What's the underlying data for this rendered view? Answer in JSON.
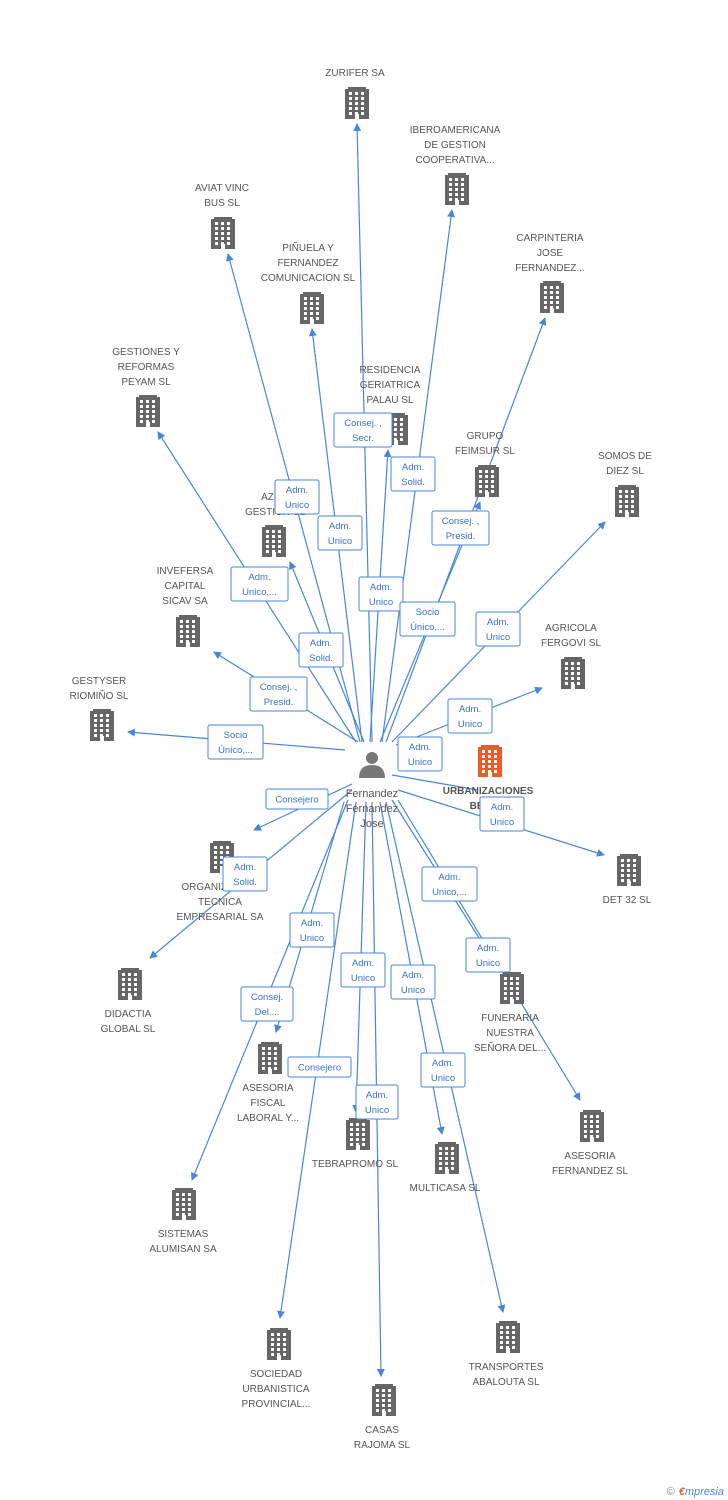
{
  "person": {
    "name_lines": [
      "Fernandez",
      "Fernandez",
      "Jose"
    ],
    "icon": "person-icon"
  },
  "colors": {
    "edge": "#4a86d8",
    "company": "#666666",
    "highlight": "#f05a28"
  },
  "companies": [
    {
      "id": "zurifer",
      "lines": [
        "ZURIFER SA"
      ]
    },
    {
      "id": "iberoamericana",
      "lines": [
        "IBEROAMERICANA",
        "DE GESTION",
        "COOPERATIVA..."
      ]
    },
    {
      "id": "aviat",
      "lines": [
        "AVIAT VINC",
        "BUS SL"
      ]
    },
    {
      "id": "carpinteria",
      "lines": [
        "CARPINTERIA",
        "JOSE",
        "FERNANDEZ..."
      ]
    },
    {
      "id": "pinuela",
      "lines": [
        "PIÑUELA Y",
        "FERNANDEZ",
        "COMUNICACION SL"
      ]
    },
    {
      "id": "gestiones",
      "lines": [
        "GESTIONES Y",
        "REFORMAS",
        "PEYAM SL"
      ]
    },
    {
      "id": "residencia",
      "lines": [
        "RESIDENCIA",
        "GERIATRICA",
        "PALAU SL"
      ]
    },
    {
      "id": "grupo",
      "lines": [
        "GRUPO",
        "FEIMSUR SL"
      ]
    },
    {
      "id": "somos",
      "lines": [
        "SOMOS DE",
        "DIEZ SL"
      ]
    },
    {
      "id": "azor",
      "lines": [
        "AZOR",
        "GESTION SL"
      ]
    },
    {
      "id": "inversa",
      "lines": [
        "INVEFERSA",
        "CAPITAL",
        "SICAV SA"
      ]
    },
    {
      "id": "agricola",
      "lines": [
        "AGRICOLA",
        "FERGOVI SL"
      ]
    },
    {
      "id": "gestyser",
      "lines": [
        "GESTYSER",
        "RIOMIÑO SL"
      ]
    },
    {
      "id": "urbanizaciones",
      "lines": [
        "URBANIZACIONES",
        "BERA..."
      ],
      "highlight": true
    },
    {
      "id": "det32",
      "lines": [
        "DET 32 SL"
      ]
    },
    {
      "id": "organizacion",
      "lines": [
        "ORGANIZACION",
        "TECNICA",
        "EMPRESARIAL SA"
      ]
    },
    {
      "id": "didactia",
      "lines": [
        "DIDACTIA",
        "GLOBAL SL"
      ]
    },
    {
      "id": "funeraria",
      "lines": [
        "FUNERARIA",
        "NUESTRA",
        "SEÑORA DEL..."
      ]
    },
    {
      "id": "asesoria_fiscal",
      "lines": [
        "ASESORIA",
        "FISCAL",
        "LABORAL Y..."
      ]
    },
    {
      "id": "asesoria_fernandez",
      "lines": [
        "ASESORIA",
        "FERNANDEZ SL"
      ]
    },
    {
      "id": "tebrapromo",
      "lines": [
        "TEBRAPROMO SL"
      ]
    },
    {
      "id": "multicasa",
      "lines": [
        "MULTICASA SL"
      ]
    },
    {
      "id": "sistemas",
      "lines": [
        "SISTEMAS",
        "ALUMISAN SA"
      ]
    },
    {
      "id": "sociedad",
      "lines": [
        "SOCIEDAD",
        "URBANISTICA",
        "PROVINCIAL..."
      ]
    },
    {
      "id": "transportes",
      "lines": [
        "TRANSPORTES",
        "ABALOUTA SL"
      ]
    },
    {
      "id": "casas",
      "lines": [
        "CASAS",
        "RAJOMA SL"
      ]
    }
  ],
  "relations": [
    {
      "lines": [
        "Consej. ,",
        "Secr."
      ]
    },
    {
      "lines": [
        "Adm.",
        "Solid."
      ]
    },
    {
      "lines": [
        "Adm.",
        "Unico"
      ]
    },
    {
      "lines": [
        "Adm.",
        "Unico"
      ]
    },
    {
      "lines": [
        "Consej. ,",
        "Presid."
      ]
    },
    {
      "lines": [
        "Adm.",
        "Unico,..."
      ]
    },
    {
      "lines": [
        "Adm.",
        "Unico"
      ]
    },
    {
      "lines": [
        "Socio",
        "Único,..."
      ]
    },
    {
      "lines": [
        "Adm.",
        "Unico"
      ]
    },
    {
      "lines": [
        "Adm.",
        "Solid."
      ]
    },
    {
      "lines": [
        "Consej. ,",
        "Presid."
      ]
    },
    {
      "lines": [
        "Adm.",
        "Unico"
      ]
    },
    {
      "lines": [
        "Socio",
        "Único,..."
      ]
    },
    {
      "lines": [
        "Adm.",
        "Unico"
      ]
    },
    {
      "lines": [
        "Consejero"
      ]
    },
    {
      "lines": [
        "Adm.",
        "Unico"
      ]
    },
    {
      "lines": [
        "Adm.",
        "Solid."
      ]
    },
    {
      "lines": [
        "Adm.",
        "Unico,..."
      ]
    },
    {
      "lines": [
        "Adm.",
        "Unico"
      ]
    },
    {
      "lines": [
        "Adm.",
        "Unico"
      ]
    },
    {
      "lines": [
        "Adm.",
        "Unico"
      ]
    },
    {
      "lines": [
        "Adm.",
        "Unico"
      ]
    },
    {
      "lines": [
        "Consej.",
        "Del...."
      ]
    },
    {
      "lines": [
        "Consejero"
      ]
    },
    {
      "lines": [
        "Adm.",
        "Unico"
      ]
    },
    {
      "lines": [
        "Adm.",
        "Unico"
      ]
    }
  ],
  "footer": {
    "copyright": "©",
    "brand_e": "€",
    "brand_rest": "mpresia"
  }
}
